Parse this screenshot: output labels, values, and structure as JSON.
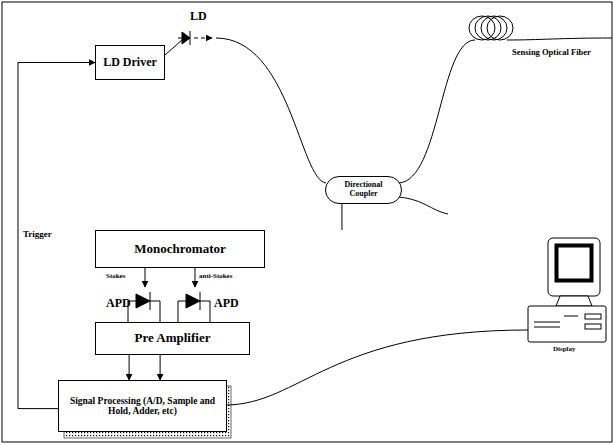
{
  "diagram": {
    "nodes": [
      {
        "text": [
          "LD Driver"
        ]
      },
      {
        "text": [
          "Directional Coupler"
        ]
      },
      {
        "text": [
          "Monochromator"
        ]
      },
      {
        "text": [
          "Pre Amplifier"
        ]
      },
      {
        "text": [
          "Signal Processing (A/D, Sample and Hold, Adder, etc)"
        ]
      }
    ],
    "edges": [
      {
        "from": 1,
        "to": 2,
        "arrow": "none"
      },
      {
        "from": 3,
        "to": 4,
        "arrow": "to"
      },
      {
        "from": 3,
        "to": 4,
        "arrow": "to"
      },
      {
        "from": 4,
        "to": 0,
        "arrow": "to",
        "label": "Trigger"
      }
    ],
    "labels": [
      "LD",
      "Sensing Optical Fiber",
      "Stokes",
      "anti-Stokes",
      "APD",
      "APD",
      "Display"
    ]
  }
}
